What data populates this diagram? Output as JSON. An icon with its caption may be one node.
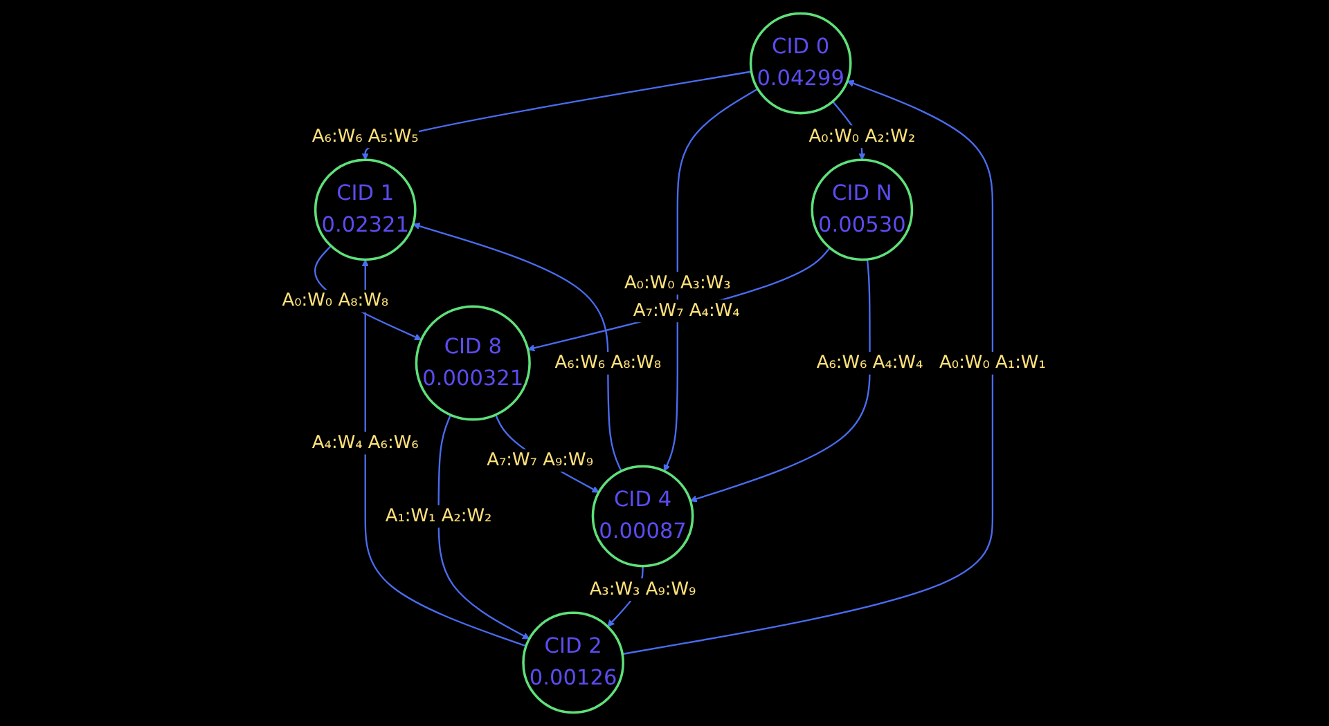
{
  "diagram": {
    "nodes": [
      {
        "text": [
          "CID 0",
          "0.04299"
        ]
      },
      {
        "text": [
          "CID 1",
          "0.02321"
        ]
      },
      {
        "text": [
          "CID 2",
          "0.00126"
        ]
      },
      {
        "text": [
          "CID 8",
          "0.000321"
        ]
      },
      {
        "text": [
          "CID 4",
          "0.00087"
        ]
      },
      {
        "text": [
          "CID N",
          "0.00530"
        ]
      }
    ],
    "edges": [
      {
        "from": 0,
        "to": 1,
        "arrow": "to",
        "label": "A₆:W₆ A₅:W₅"
      },
      {
        "from": 2,
        "to": 0,
        "arrow": "to",
        "label": "A₀:W₀ A₁:W₁"
      },
      {
        "from": 2,
        "to": 1,
        "arrow": "to",
        "label": "A₄:W₄ A₆:W₆"
      },
      {
        "from": 4,
        "to": 1,
        "arrow": "to",
        "label": "A₆:W₆ A₈:W₈"
      },
      {
        "from": 1,
        "to": 3,
        "arrow": "to",
        "label": "A₀:W₀ A₈:W₈"
      },
      {
        "from": 3,
        "to": 2,
        "arrow": "to",
        "label": "A₁:W₁ A₂:W₂"
      },
      {
        "from": 0,
        "to": 4,
        "arrow": "to",
        "label": "A₀:W₀ A₃:W₃"
      },
      {
        "from": 0,
        "to": 5,
        "arrow": "to",
        "label": "A₀:W₀ A₂:W₂"
      },
      {
        "from": 3,
        "to": 4,
        "arrow": "to",
        "label": "A₇:W₇ A₉:W₉"
      },
      {
        "from": 5,
        "to": 3,
        "arrow": "to",
        "label": "A₇:W₇ A₄:W₄"
      },
      {
        "from": 5,
        "to": 4,
        "arrow": "to",
        "label": "A₆:W₆ A₄:W₄"
      },
      {
        "from": 4,
        "to": 2,
        "arrow": "to",
        "label": "A₃:W₃ A₉:W₉"
      }
    ]
  }
}
